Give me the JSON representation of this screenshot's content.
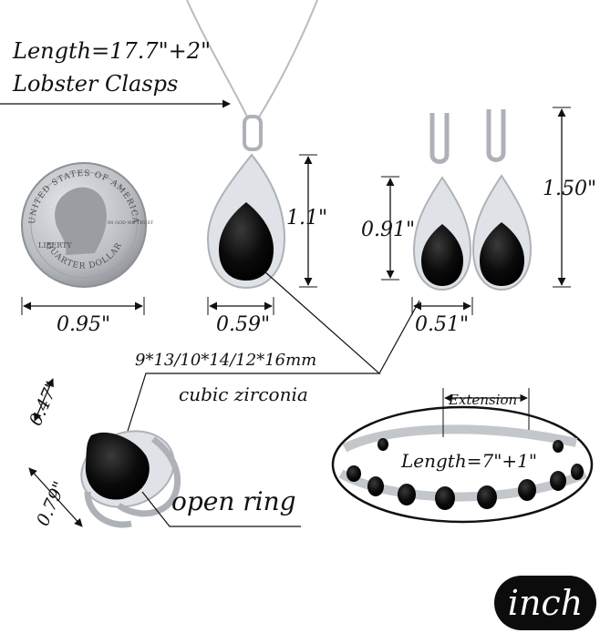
{
  "labels": {
    "necklace_length": "Length=17.7\"+2\"",
    "clasp": "Lobster Clasps",
    "coin_width": "0.95\"",
    "pendant_width": "0.59\"",
    "pendant_height": "1.1\"",
    "earring_stone_height": "0.91\"",
    "earring_width": "0.51\"",
    "earring_height": "1.50\"",
    "stone_sizes": "9*13/10*14/12*16mm",
    "stone_type": "cubic zirconia",
    "ring_width": "0.47\"",
    "ring_height": "0.79\"",
    "ring_type": "open ring",
    "bracelet_extension": "Extension",
    "bracelet_length": "Length=7\"+1\""
  },
  "unit_badge": "inch",
  "coin": {
    "top_text": "UNITED STATES OF AMERICA",
    "bottom_text": "QUARTER DOLLAR",
    "motto": "LIBERTY",
    "motto_right": "IN GOD WE TRUST"
  },
  "colors": {
    "stone": "#0a0a0a",
    "metal": "#c9ccd1",
    "coin": "#bfc2c6",
    "badge": "#0c0c0c"
  }
}
